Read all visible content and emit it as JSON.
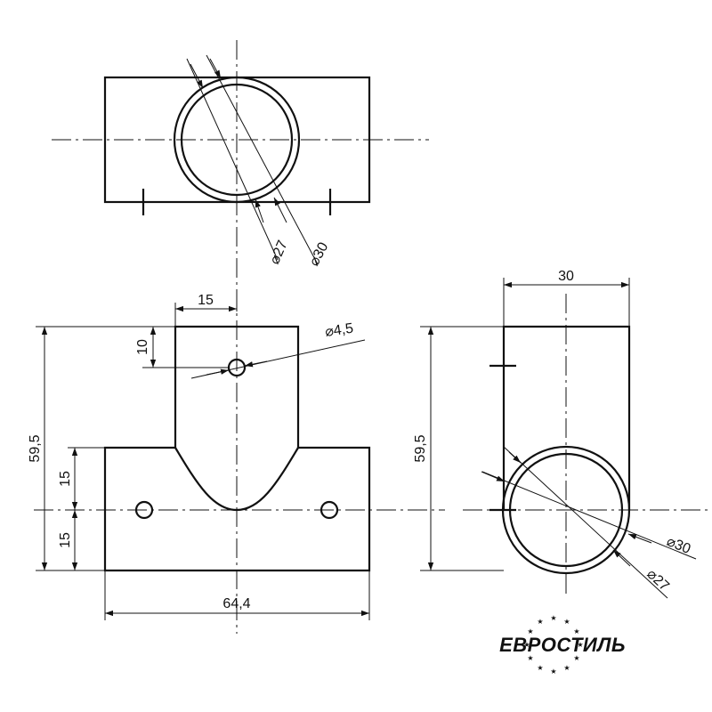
{
  "dimensions": {
    "top_inner_diameter": "⌀27",
    "top_outer_diameter": "⌀30",
    "branch_offset": "15",
    "hole_offset": "10",
    "hole_diameter": "⌀4,5",
    "front_height": "59,5",
    "front_half_upper": "15",
    "front_half_lower": "15",
    "front_width": "64,4",
    "side_width": "30",
    "side_height": "59,5",
    "side_outer_diameter": "⌀30",
    "side_inner_diameter": "⌀27"
  },
  "logo": {
    "text": "ЕВРОСТИЛЬ",
    "text_color": "#1f5fa8",
    "star_color": "#f2c200"
  }
}
